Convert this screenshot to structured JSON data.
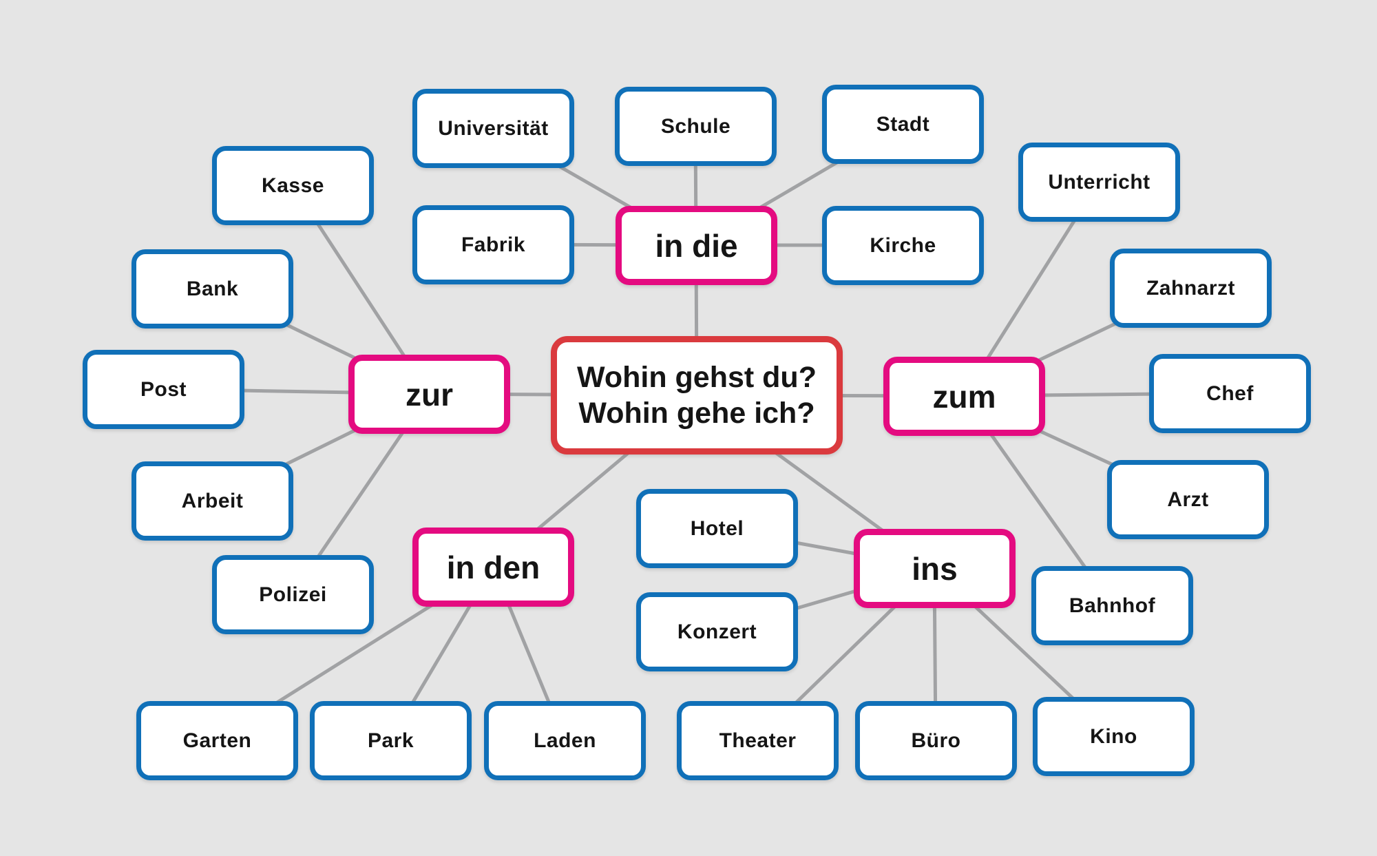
{
  "diagram": {
    "center": {
      "line1": "Wohin gehst du?",
      "line2": "Wohin gehe ich?"
    },
    "groups": [
      {
        "preposition": "in die",
        "targets": [
          "Universität",
          "Schule",
          "Stadt",
          "Fabrik",
          "Kirche"
        ]
      },
      {
        "preposition": "zur",
        "targets": [
          "Kasse",
          "Bank",
          "Post",
          "Arbeit",
          "Polizei"
        ]
      },
      {
        "preposition": "zum",
        "targets": [
          "Unterricht",
          "Zahnarzt",
          "Chef",
          "Arzt",
          "Bahnhof"
        ]
      },
      {
        "preposition": "in den",
        "targets": [
          "Garten",
          "Park",
          "Laden"
        ]
      },
      {
        "preposition": "ins",
        "targets": [
          "Hotel",
          "Konzert",
          "Theater",
          "Büro",
          "Kino"
        ]
      }
    ],
    "colors": {
      "background": "#e5e5e5",
      "leaf_border": "#1070b8",
      "preposition_border": "#e40b80",
      "center_border": "#da3a3e",
      "connector_line": "#a1a2a4",
      "node_fill": "#ffffff",
      "text": "#151515"
    }
  }
}
